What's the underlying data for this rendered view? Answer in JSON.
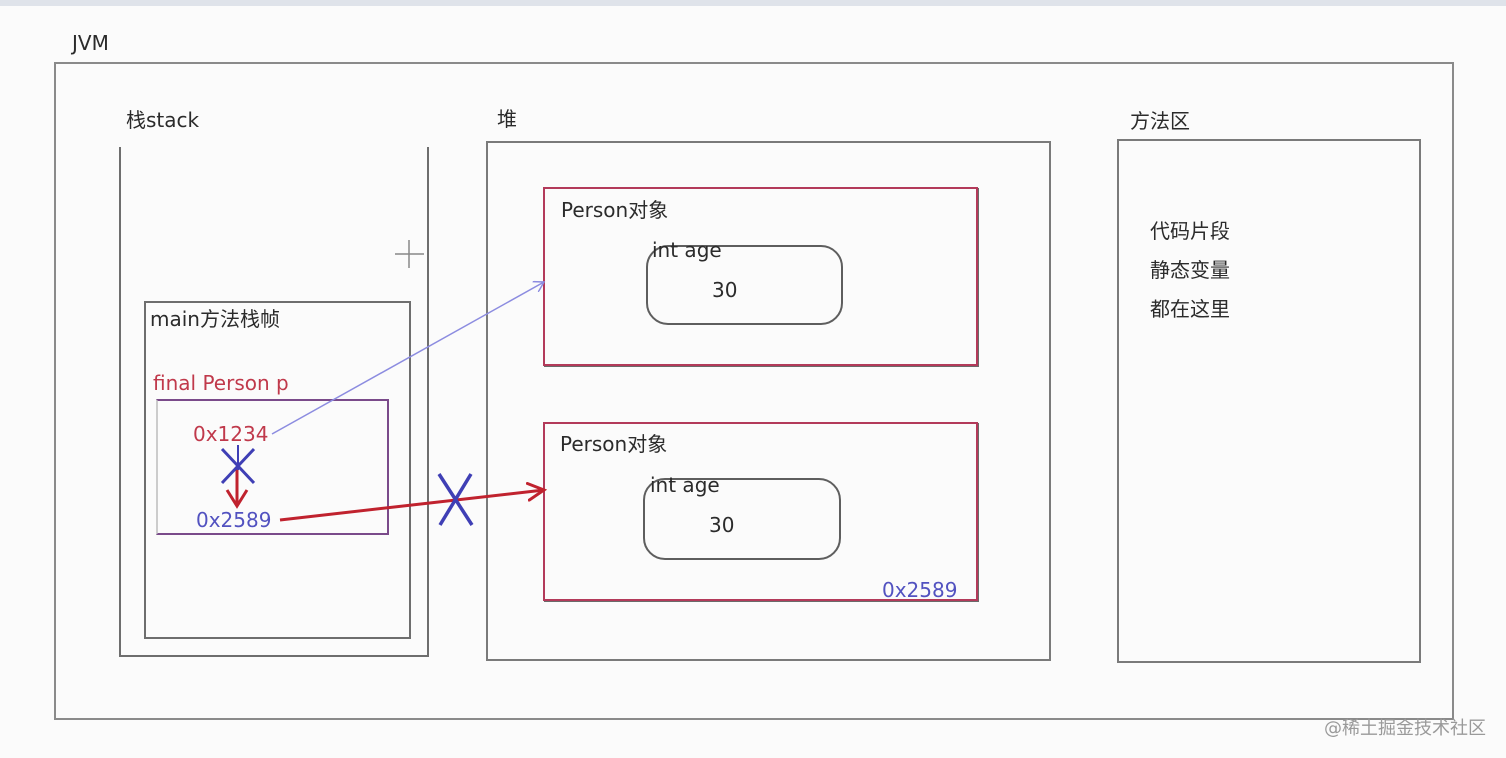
{
  "jvm": {
    "label": "JVM"
  },
  "stack": {
    "label": "栈stack",
    "frame": {
      "label": "main方法栈帧",
      "variable": "final Person p",
      "old_address": "0x1234",
      "new_address": "0x2589"
    }
  },
  "heap": {
    "label": "堆",
    "objects": [
      {
        "label": "Person对象",
        "field_name": "int age",
        "field_value": "30"
      },
      {
        "label": "Person对象",
        "field_name": "int age",
        "field_value": "30",
        "address": "0x2589"
      }
    ]
  },
  "method_area": {
    "label": "方法区",
    "lines": [
      "代码片段",
      "静态变量",
      "都在这里"
    ]
  },
  "watermark": "@稀土掘金技术社区",
  "colors": {
    "reference_old": "#8c8ce0",
    "reference_new": "#c0222e",
    "cross": "#3f3fb5",
    "object_border": "#b33a5a"
  }
}
